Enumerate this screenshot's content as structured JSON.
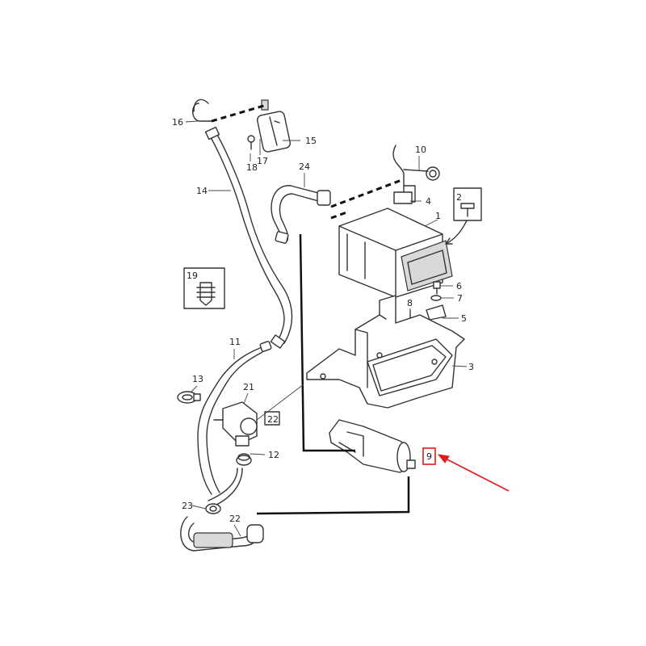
{
  "diagram": {
    "callouts": {
      "c1": "1",
      "c2": "2",
      "c3": "3",
      "c4": "4",
      "c5": "5",
      "c6": "6",
      "c7": "7",
      "c8": "8",
      "c9": "9",
      "c10": "10",
      "c11": "11",
      "c12": "12",
      "c13": "13",
      "c14": "14",
      "c15": "15",
      "c16": "16",
      "c17": "17",
      "c18": "18",
      "c19": "19",
      "c21": "21",
      "c22box": "22",
      "c22": "22",
      "c23": "23",
      "c24": "24"
    },
    "highlighted_callout": "9",
    "colors": {
      "highlight": "#e01b1b",
      "line": "#333333",
      "background": "#ffffff"
    }
  }
}
